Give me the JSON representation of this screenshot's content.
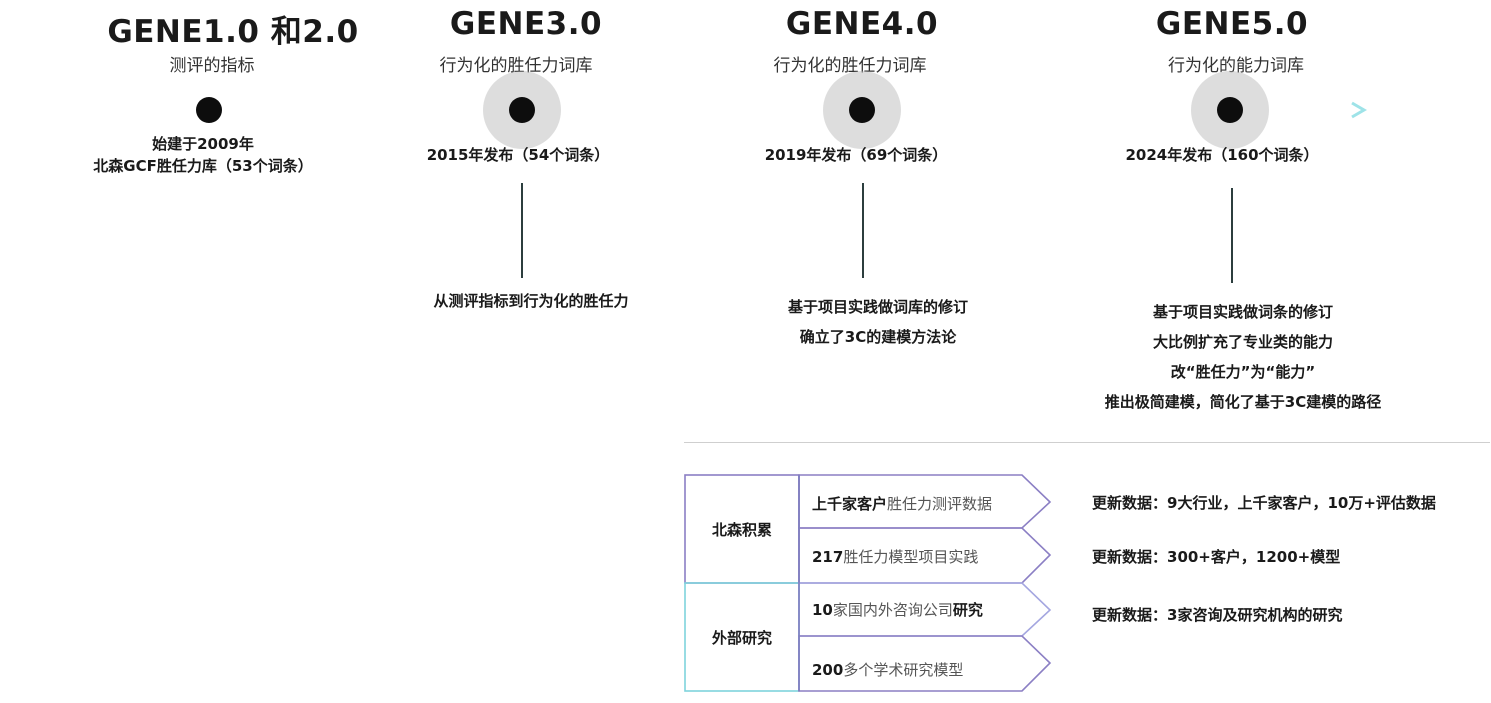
{
  "milestones": [
    {
      "title": "GENE1.0 和2.0",
      "subtitle": "测评的指标",
      "release": [
        "始建于2009年",
        "北森GCF胜任力库（53个词条）"
      ],
      "description": []
    },
    {
      "title": "GENE3.0",
      "subtitle": "行为化的胜任力词库",
      "release": [
        "2015年发布（54个词条）"
      ],
      "description": [
        "从测评指标到行为化的胜任力"
      ]
    },
    {
      "title": "GENE4.0",
      "subtitle": "行为化的胜任力词库",
      "release": [
        "2019年发布（69个词条）"
      ],
      "description": [
        "基于项目实践做词库的修订",
        "确立了3C的建模方法论"
      ]
    },
    {
      "title": "GENE5.0",
      "subtitle": "行为化的能力词库",
      "release": [
        "2024年发布（160个词条）"
      ],
      "description": [
        "基于项目实践做词条的修订",
        "大比例扩充了专业类的能力",
        "改“胜任力”为“能力”",
        "推出极简建模，简化了基于3C建模的路径"
      ]
    }
  ],
  "sources": {
    "groups": [
      {
        "label": "北森积累",
        "rows": [
          {
            "bold": "上千家客户",
            "rest": "胜任力测评数据",
            "bold_first": true
          },
          {
            "bold": "217",
            "rest": "胜任力模型项目实践",
            "bold_first": true
          }
        ]
      },
      {
        "label": "外部研究",
        "rows": [
          {
            "bold": "10",
            "rest": "家国内外咨询公司",
            "tail": "研究",
            "bold_first": true
          },
          {
            "bold": "200",
            "rest": "多个学术研究模型",
            "bold_first": true
          }
        ]
      }
    ],
    "updates": [
      "更新数据：9大行业，上千家客户，10万+评估数据",
      "更新数据：300+客户，1200+模型",
      "更新数据：3家咨询及研究机构的研究"
    ]
  },
  "colors": {
    "timeline_start": "#8b7fc4",
    "timeline_end": "#9ee3e8",
    "dot": "#0d0d0d",
    "halo": "#bdbdbd",
    "purple_border": "#8b7fc4",
    "cyan_border": "#7fd3dc"
  }
}
